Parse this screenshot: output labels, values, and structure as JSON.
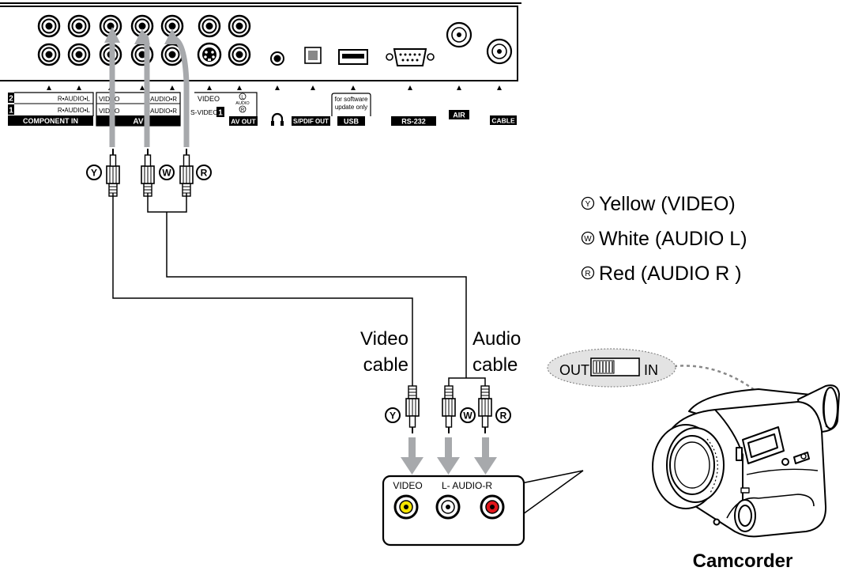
{
  "tv_panel": {
    "component_in": {
      "row2_num": "2",
      "row1_num": "1",
      "row2_text": "R•AUDIO•L",
      "row1_text": "R•AUDIO•L",
      "label": "COMPONENT IN"
    },
    "av_in": {
      "row2_video": "VIDEO",
      "row2_audio": "L•AUDIO•R",
      "row1_video": "VIDEO",
      "row1_audio": "L•AUDIO•R",
      "label": "AV",
      "svideo": "S-VIDEO",
      "svideo_num": "1"
    },
    "av_out": {
      "video": "VIDEO",
      "audio_l": "L",
      "audio": "AUDIO",
      "audio_r": "R",
      "label": "AV OUT"
    },
    "spdif": "S/PDIF OUT",
    "usb_note_1": "for software",
    "usb_note_2": "update only",
    "usb": "USB",
    "rs232": "RS-232",
    "air": "AIR",
    "cable": "CABLE"
  },
  "connector_marks": {
    "yellow": "Y",
    "white": "W",
    "red": "R"
  },
  "legend": {
    "yellow": "Yellow (VIDEO)",
    "white": "White (AUDIO L)",
    "red": "Red (AUDIO R )"
  },
  "cable_labels": {
    "video_1": "Video",
    "video_2": "cable",
    "audio_1": "Audio",
    "audio_2": "cable"
  },
  "switch": {
    "out": "OUT",
    "in": "IN"
  },
  "camcorder_jacks": {
    "video": "VIDEO",
    "audio": "L- AUDIO-R"
  },
  "device_label": "Camcorder",
  "colors": {
    "yellow_jack": "#f5e400",
    "red_jack": "#e0161b",
    "arrow_gray": "#a7a9ac",
    "switch_bubble": "#e3e3e3"
  }
}
